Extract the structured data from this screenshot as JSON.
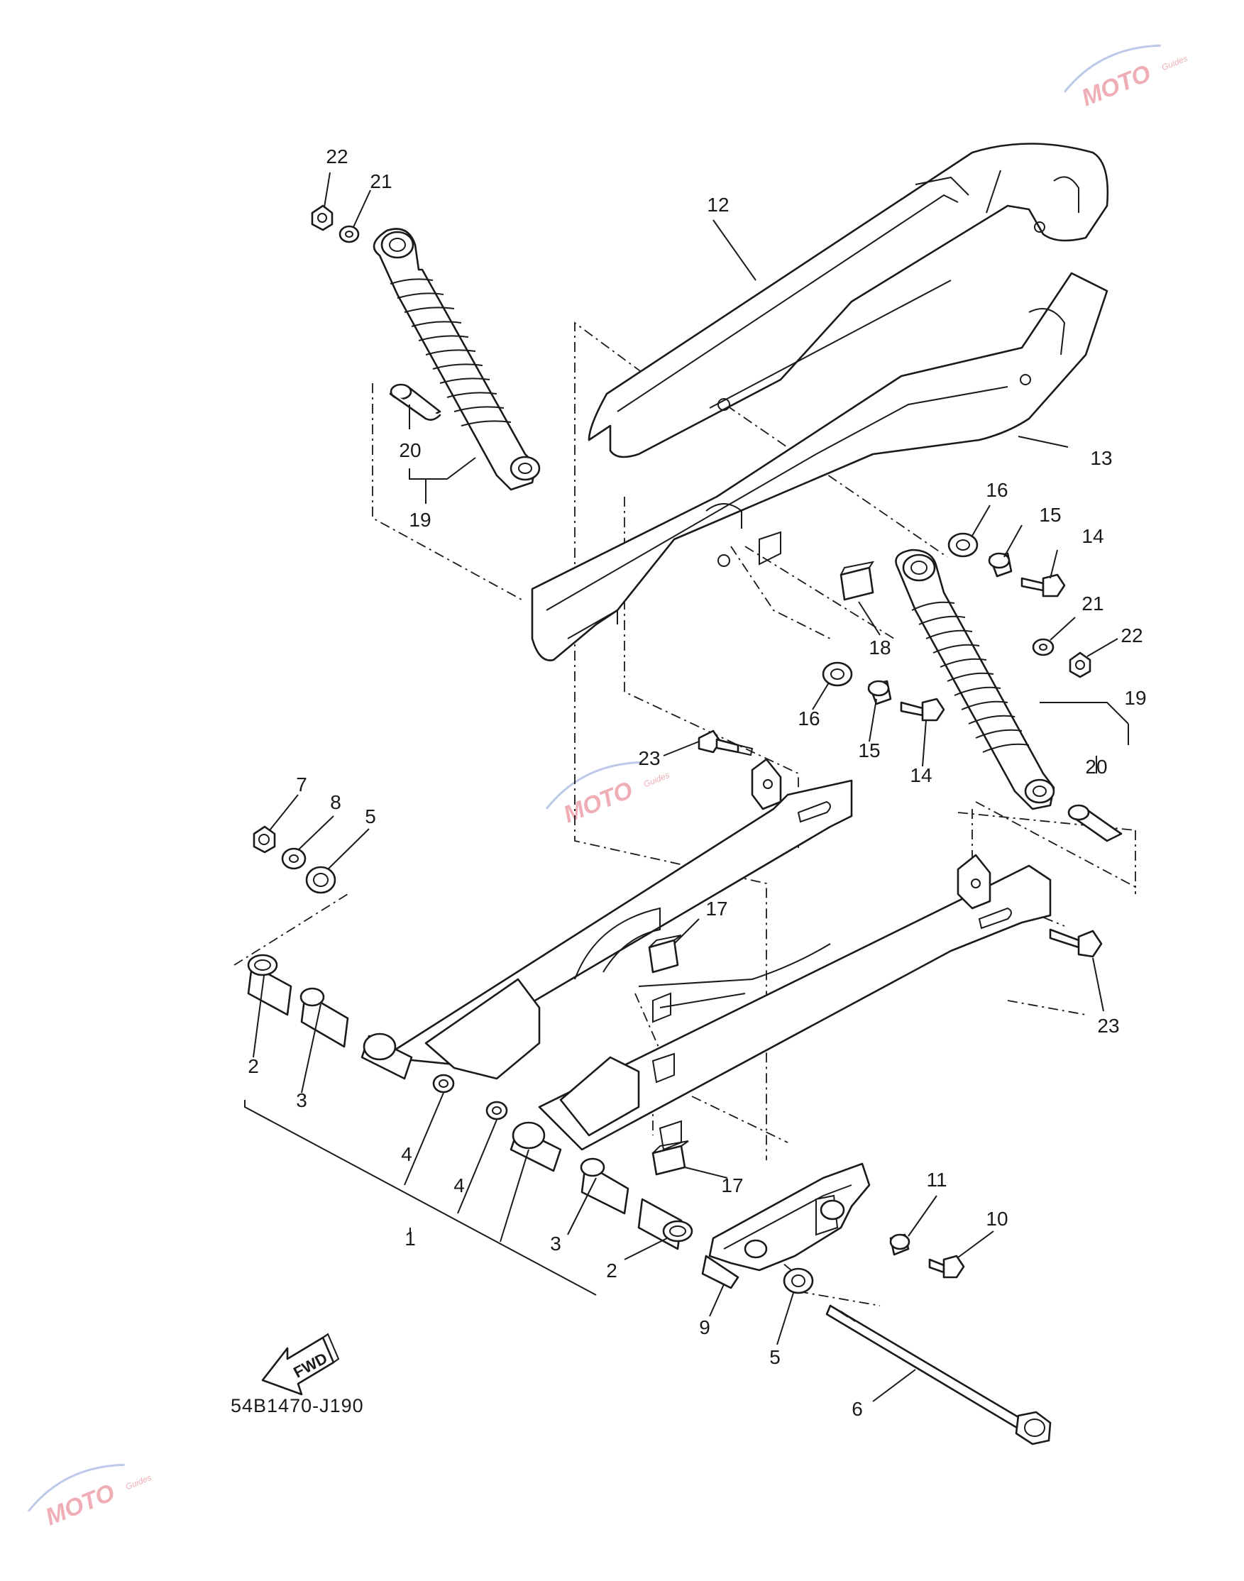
{
  "diagram": {
    "part_code": "54B1470-J190",
    "fwd_label": "FWD",
    "watermark": {
      "text": "MOTO",
      "subtext": "Guides"
    },
    "callouts": [
      "1",
      "2",
      "2",
      "3",
      "3",
      "4",
      "4",
      "5",
      "5",
      "6",
      "7",
      "8",
      "9",
      "10",
      "11",
      "12",
      "13",
      "14",
      "14",
      "15",
      "15",
      "16",
      "16",
      "17",
      "17",
      "18",
      "19",
      "19",
      "20",
      "20",
      "21",
      "21",
      "22",
      "22",
      "23",
      "23"
    ]
  }
}
